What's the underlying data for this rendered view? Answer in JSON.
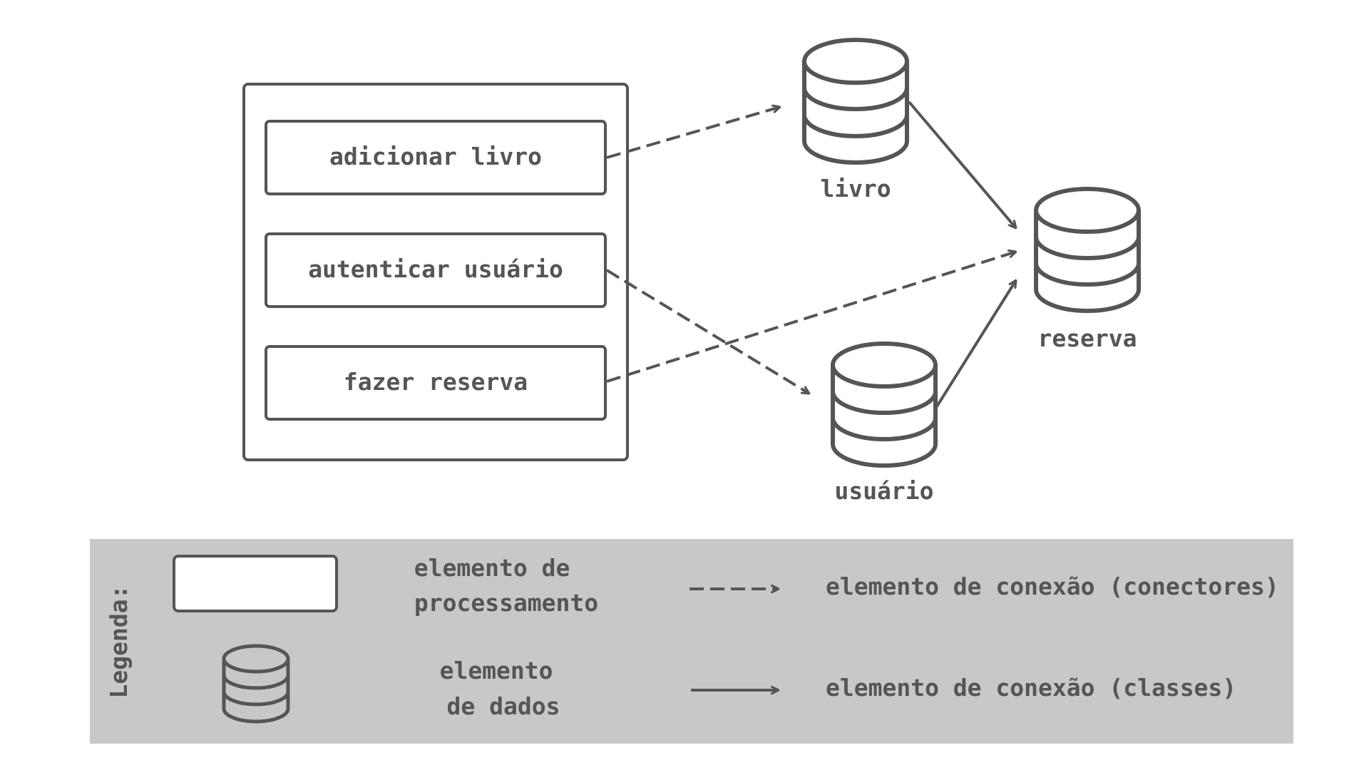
{
  "colors": {
    "stroke": "#555555",
    "text": "#555555",
    "legend_background": "#c8c8c8",
    "background": "#ffffff"
  },
  "components": [
    {
      "label": "adicionar livro"
    },
    {
      "label": "autenticar usuário"
    },
    {
      "label": "fazer reserva"
    }
  ],
  "data_stores": [
    {
      "label": "livro",
      "icon": "database-icon"
    },
    {
      "label": "reserva",
      "icon": "database-icon"
    },
    {
      "label": "usuário",
      "icon": "database-icon"
    }
  ],
  "connections": [
    {
      "from": "adicionar livro",
      "to": "livro",
      "style": "dashed"
    },
    {
      "from": "autenticar usuário",
      "to": "usuário",
      "style": "dashed"
    },
    {
      "from": "fazer reserva",
      "to": "reserva",
      "style": "dashed"
    },
    {
      "from": "livro",
      "to": "reserva",
      "style": "solid"
    },
    {
      "from": "usuário",
      "to": "reserva",
      "style": "solid"
    }
  ],
  "legend": {
    "title": "Legenda:",
    "processing_label_line1": "elemento de",
    "processing_label_line2": "processamento",
    "data_label_line1": "elemento",
    "data_label_line2": "de dados",
    "connector_label": "elemento de conexão (conectores)",
    "class_label": "elemento de conexão (classes)"
  }
}
